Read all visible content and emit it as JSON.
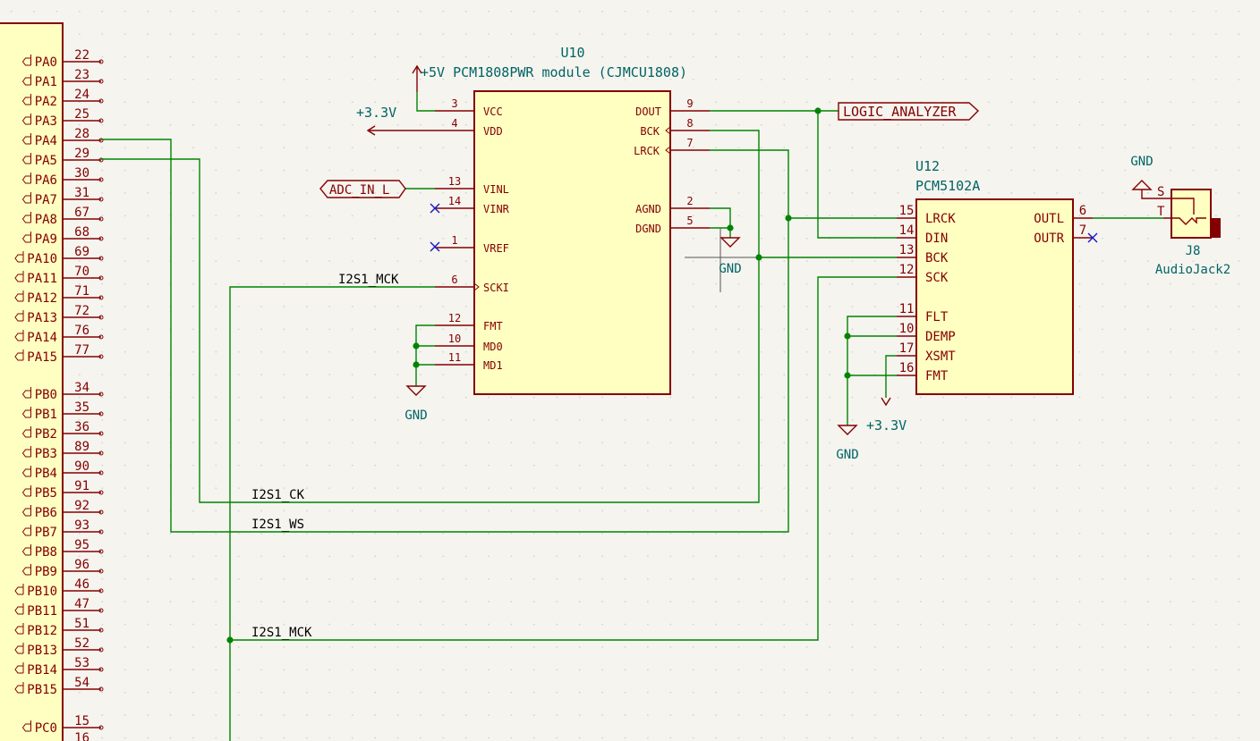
{
  "colors": {
    "background": "#f5f4ef",
    "grid_dot": "#c9c9c9",
    "body_fill": "#ffffc2",
    "body_stroke": "#840000",
    "pin_line": "#840000",
    "pin_text": "#840000",
    "ref_text": "#006464",
    "wire": "#008400",
    "junction": "#008400",
    "no_connect": "#1818c8",
    "power": "#840000",
    "label_text": "#000000"
  },
  "mcu": {
    "pins": [
      {
        "name": "PA0",
        "num": "22"
      },
      {
        "name": "PA1",
        "num": "23"
      },
      {
        "name": "PA2",
        "num": "24"
      },
      {
        "name": "PA3",
        "num": "25"
      },
      {
        "name": "PA4",
        "num": "28"
      },
      {
        "name": "PA5",
        "num": "29"
      },
      {
        "name": "PA6",
        "num": "30"
      },
      {
        "name": "PA7",
        "num": "31"
      },
      {
        "name": "PA8",
        "num": "67"
      },
      {
        "name": "PA9",
        "num": "68"
      },
      {
        "name": "PA10",
        "num": "69"
      },
      {
        "name": "PA11",
        "num": "70"
      },
      {
        "name": "PA12",
        "num": "71"
      },
      {
        "name": "PA13",
        "num": "72"
      },
      {
        "name": "PA14",
        "num": "76"
      },
      {
        "name": "PA15",
        "num": "77"
      },
      {
        "name": "PB0",
        "num": "34"
      },
      {
        "name": "PB1",
        "num": "35"
      },
      {
        "name": "PB2",
        "num": "36"
      },
      {
        "name": "PB3",
        "num": "89"
      },
      {
        "name": "PB4",
        "num": "90"
      },
      {
        "name": "PB5",
        "num": "91"
      },
      {
        "name": "PB6",
        "num": "92"
      },
      {
        "name": "PB7",
        "num": "93"
      },
      {
        "name": "PB8",
        "num": "95"
      },
      {
        "name": "PB9",
        "num": "96"
      },
      {
        "name": "PB10",
        "num": "46"
      },
      {
        "name": "PB11",
        "num": "47"
      },
      {
        "name": "PB12",
        "num": "51"
      },
      {
        "name": "PB13",
        "num": "52"
      },
      {
        "name": "PB14",
        "num": "53"
      },
      {
        "name": "PB15",
        "num": "54"
      },
      {
        "name": "PC0",
        "num": "15"
      },
      {
        "name": "",
        "num": "16"
      }
    ]
  },
  "u10": {
    "ref": "U10",
    "value": "+5V PCM1808PWR module (CJMCU1808)",
    "left_pins": [
      {
        "name": "VCC",
        "num": "3"
      },
      {
        "name": "VDD",
        "num": "4"
      },
      {
        "name": "VINL",
        "num": "13"
      },
      {
        "name": "VINR",
        "num": "14"
      },
      {
        "name": "VREF",
        "num": "1"
      },
      {
        "name": "SCKI",
        "num": "6"
      },
      {
        "name": "FMT",
        "num": "12"
      },
      {
        "name": "MD0",
        "num": "10"
      },
      {
        "name": "MD1",
        "num": "11"
      }
    ],
    "right_pins": [
      {
        "name": "DOUT",
        "num": "9"
      },
      {
        "name": "BCK",
        "num": "8"
      },
      {
        "name": "LRCK",
        "num": "7"
      },
      {
        "name": "AGND",
        "num": "2"
      },
      {
        "name": "DGND",
        "num": "5"
      }
    ]
  },
  "u12": {
    "ref": "U12",
    "value": "PCM5102A",
    "left_pins": [
      {
        "name": "LRCK",
        "num": "15"
      },
      {
        "name": "DIN",
        "num": "14"
      },
      {
        "name": "BCK",
        "num": "13"
      },
      {
        "name": "SCK",
        "num": "12"
      },
      {
        "name": "FLT",
        "num": "11"
      },
      {
        "name": "DEMP",
        "num": "10"
      },
      {
        "name": "XSMT",
        "num": "17"
      },
      {
        "name": "FMT",
        "num": "16"
      }
    ],
    "right_pins": [
      {
        "name": "OUTL",
        "num": "6"
      },
      {
        "name": "OUTR",
        "num": "7"
      }
    ]
  },
  "j8": {
    "ref": "J8",
    "value": "AudioJack2",
    "pins": [
      {
        "name": "S"
      },
      {
        "name": "T"
      }
    ]
  },
  "power_symbols": {
    "v33_top": "+3.3V",
    "gnd_u10_right": "GND",
    "gnd_u10_bottom": "GND",
    "gnd_u12": "GND",
    "v33_u12": "+3.3V",
    "gnd_jack": "GND"
  },
  "labels": {
    "logic_analyzer": "LOGIC_ANALYZER",
    "adc_in_l": "ADC_IN_L",
    "i2s1_mck_top": "I2S1_MCK",
    "i2s1_ck": "I2S1_CK",
    "i2s1_ws": "I2S1_WS",
    "i2s1_mck_bottom": "I2S1_MCK"
  }
}
